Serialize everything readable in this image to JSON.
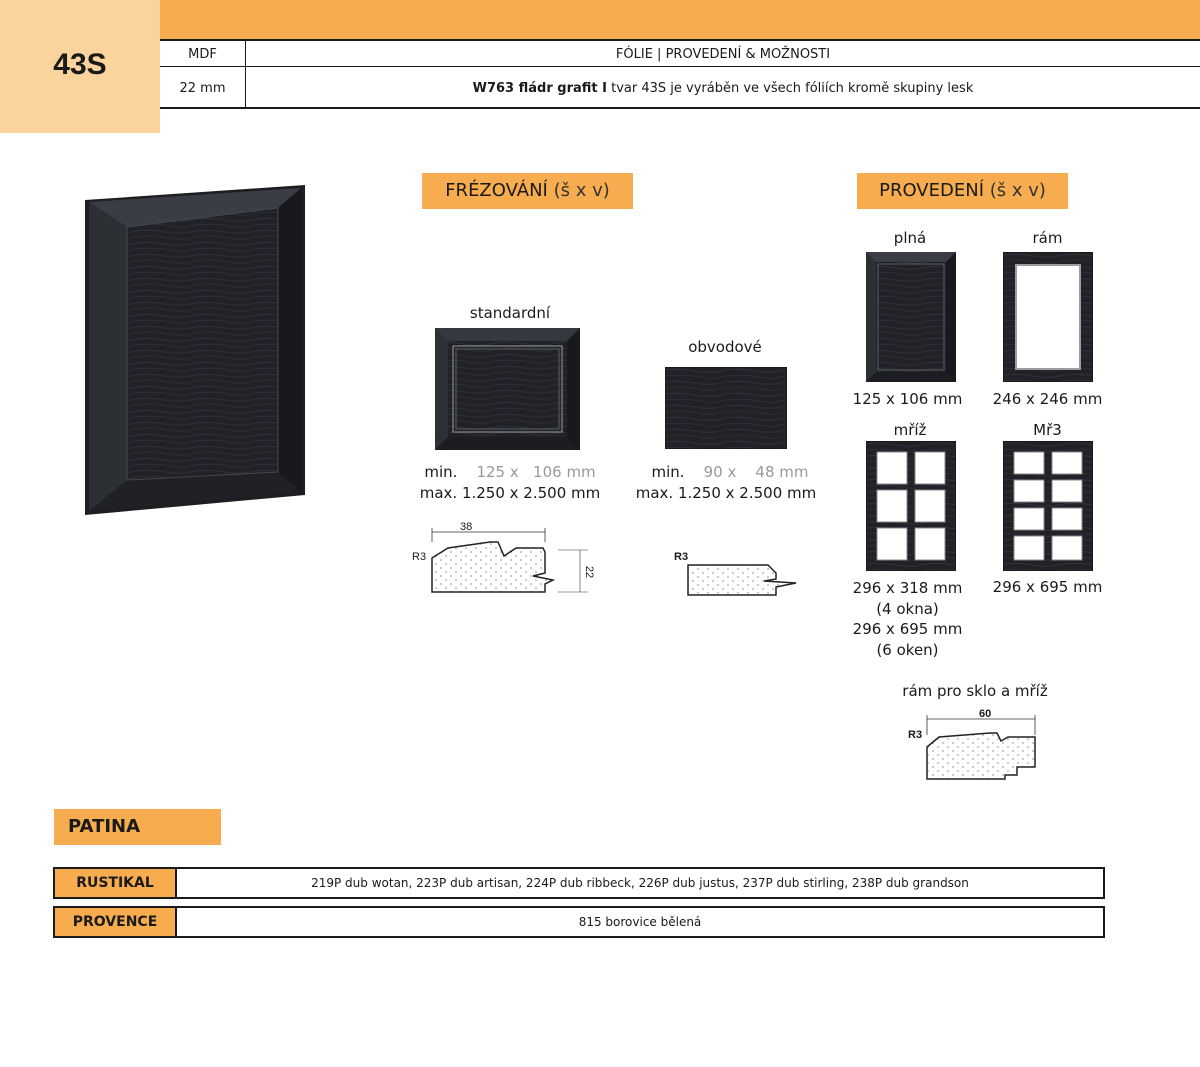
{
  "header": {
    "code": "43S",
    "material_label": "MDF",
    "thickness": "22 mm",
    "column_title": "FÓLIE | PROVEDENÍ & MOŽNOSTI",
    "description_bold": "W763 fládr grafit I",
    "description_rest": " tvar 43S je vyráběn ve všech fóliích kromě skupiny lesk"
  },
  "milling": {
    "title": "FRÉZOVÁNÍ",
    "title_sub": "(š x v)",
    "standard": {
      "label": "standardní",
      "min_label": "min.",
      "min_value": "125 x   106 mm",
      "max": "max. 1.250 x 2.500 mm",
      "profile_width": "38",
      "profile_radius": "R3",
      "profile_thickness": "22"
    },
    "perimeter": {
      "label": "obvodové",
      "min_label": "min.",
      "min_value": "90 x    48 mm",
      "max": "max. 1.250 x 2.500 mm",
      "profile_radius": "R3"
    }
  },
  "execution": {
    "title": "PROVEDENÍ",
    "title_sub": "(š x v)",
    "items": [
      {
        "label": "plná",
        "size": "125 x 106 mm"
      },
      {
        "label": "rám",
        "size": "246 x 246 mm"
      },
      {
        "label": "mříž",
        "size_lines": [
          "296 x 318 mm",
          "(4 okna)",
          "296 x 695 mm",
          "(6 oken)"
        ]
      },
      {
        "label": "Mř3",
        "size": "296 x 695 mm"
      }
    ],
    "frame_profile": {
      "label": "rám pro sklo a mříž",
      "width": "60",
      "radius": "R3"
    }
  },
  "patina": {
    "title": "PATINA",
    "rows": [
      {
        "label": "RUSTIKAL",
        "value": "219P dub wotan, 223P dub artisan, 224P dub ribbeck, 226P dub justus, 237P dub stirling, 238P dub grandson"
      },
      {
        "label": "PROVENCE",
        "value": "815 borovice bělená"
      }
    ]
  },
  "colors": {
    "accent": "#f7ad4f",
    "accent_light": "#fbd39d",
    "door": "#24262b"
  }
}
